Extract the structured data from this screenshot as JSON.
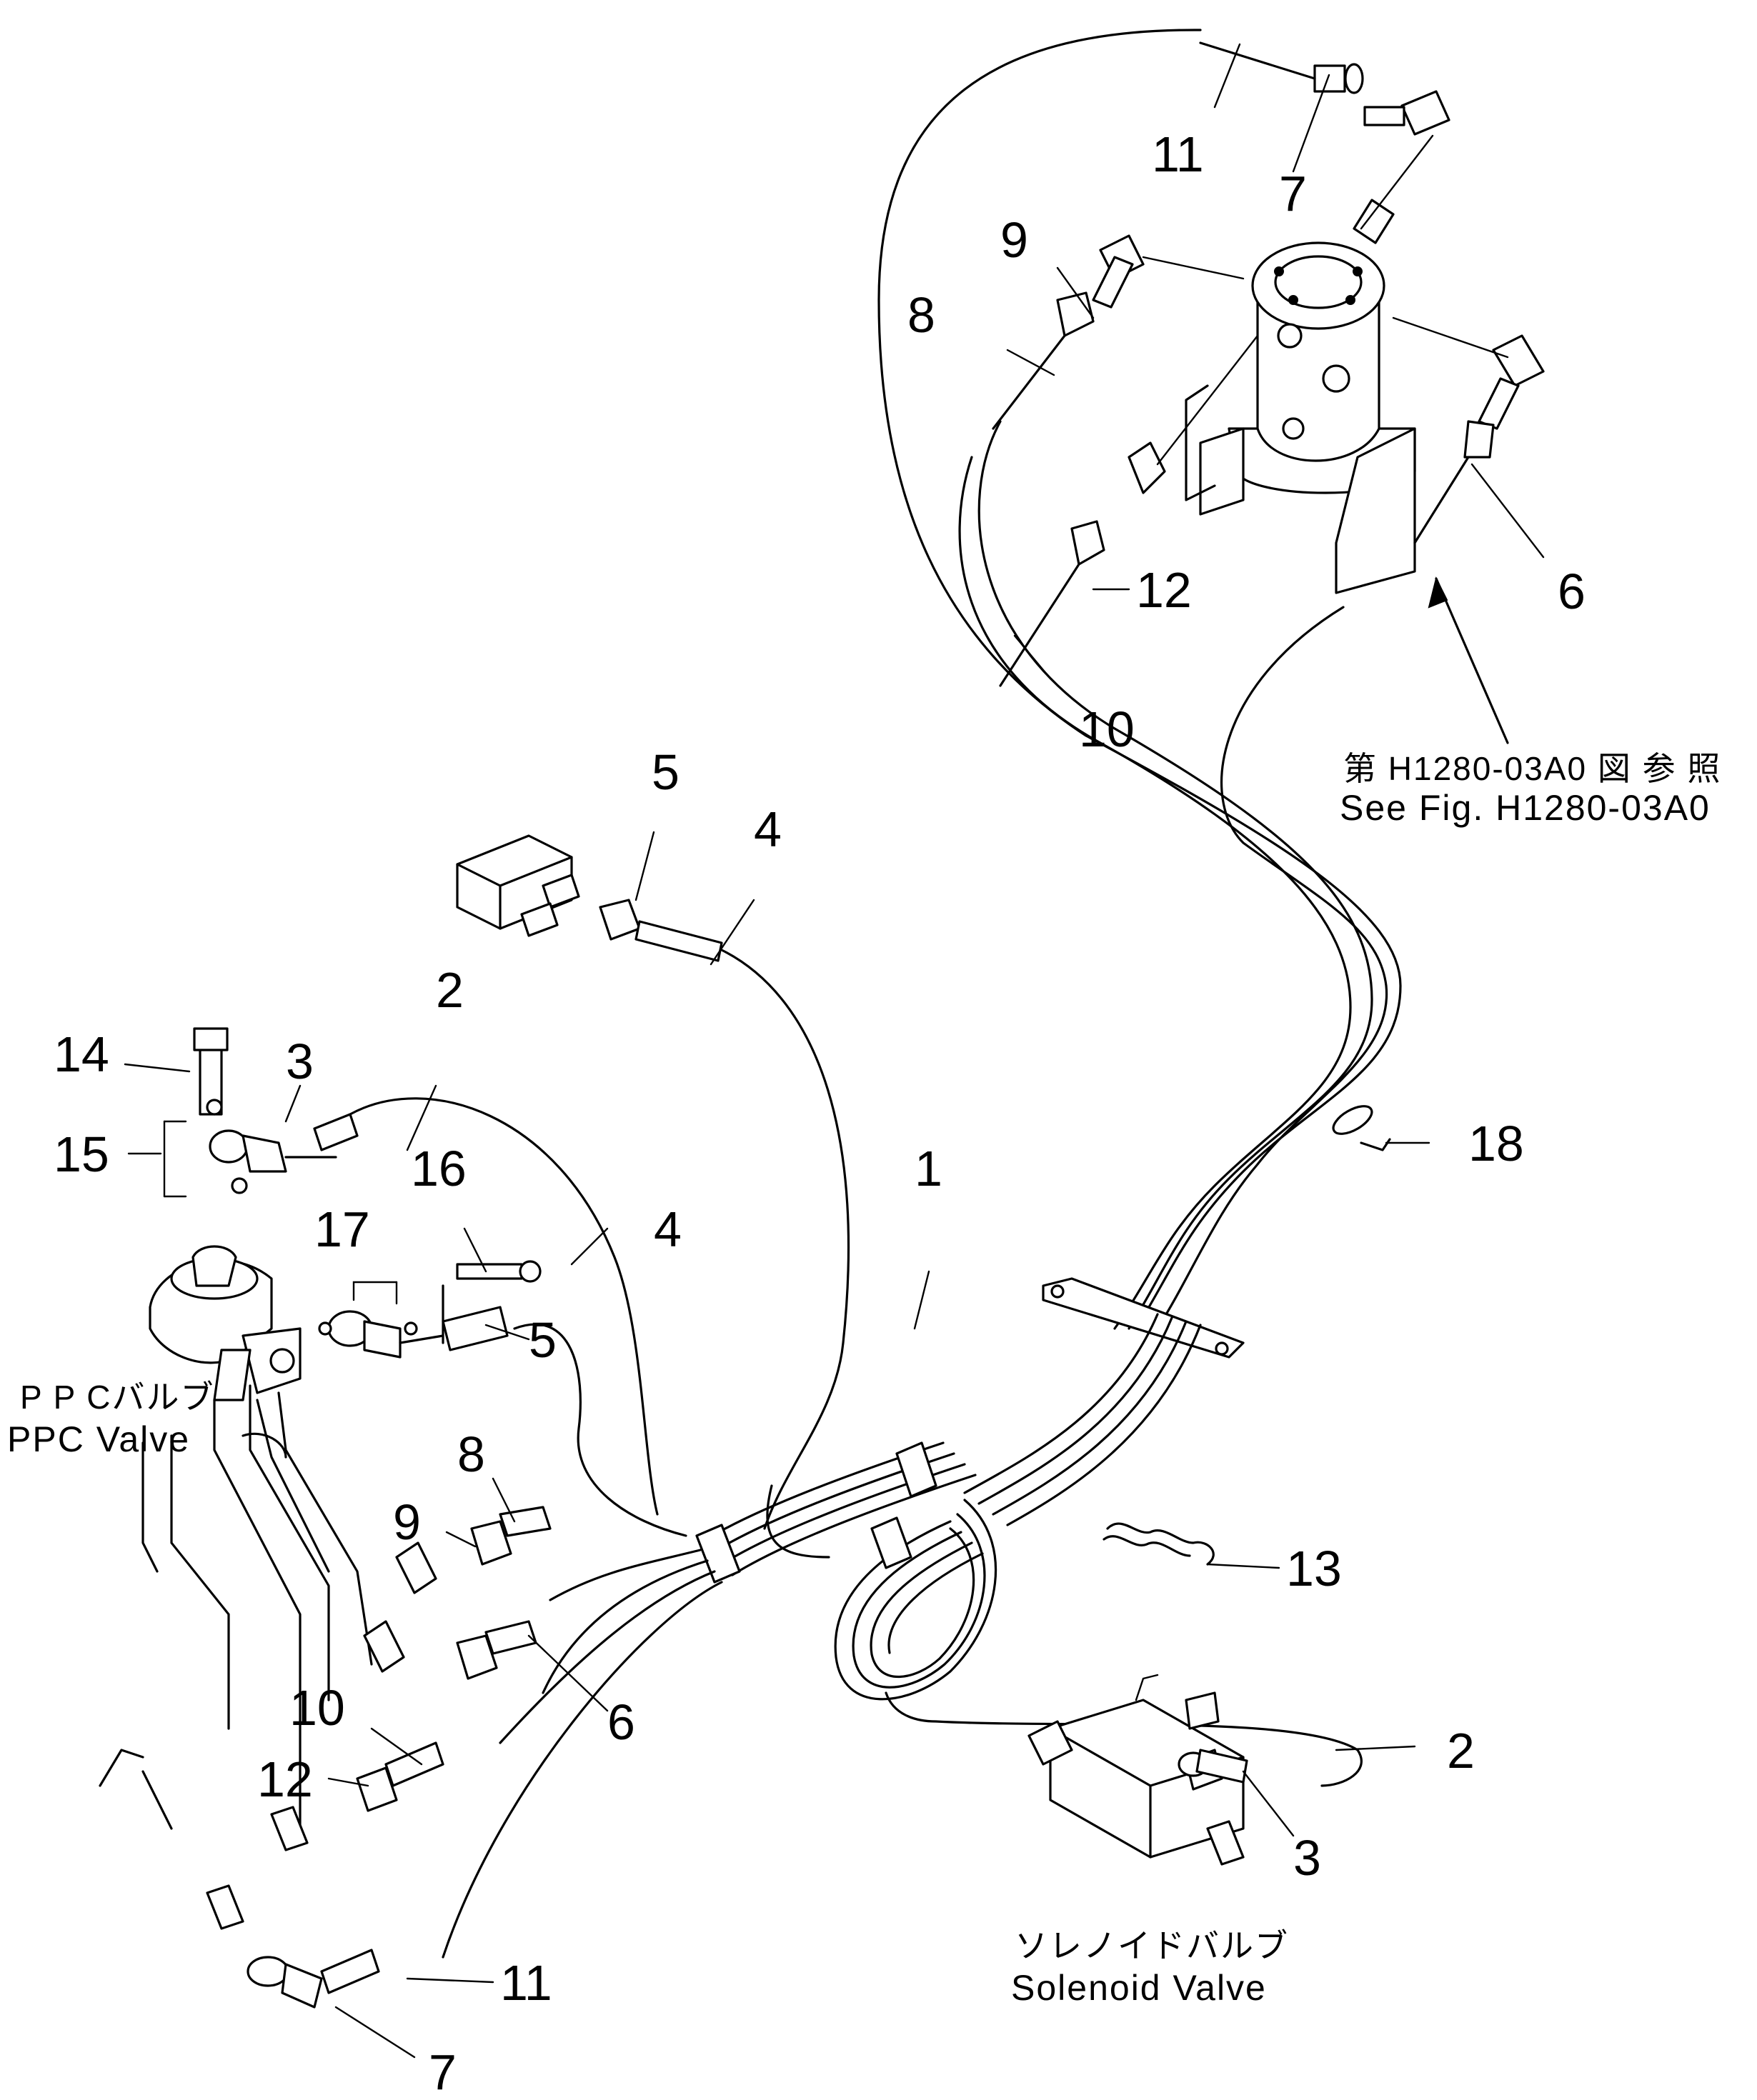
{
  "callouts": {
    "c11_top": "11",
    "c7_top": "7",
    "c9_top": "9",
    "c8_top": "8",
    "c12_top": "12",
    "c10_top": "10",
    "c6_top": "6",
    "c5_top": "5",
    "c4_top": "4",
    "c2_top": "2",
    "c14": "14",
    "c3_left": "3",
    "c15": "15",
    "c16": "16",
    "c17": "17",
    "c4_mid": "4",
    "c1": "1",
    "c18": "18",
    "c5_mid": "5",
    "c8_mid": "8",
    "c9_mid": "9",
    "c13": "13",
    "c6_mid": "6",
    "c10_low": "10",
    "c12_low": "12",
    "c11_low": "11",
    "c7_low": "7",
    "c2_right": "2",
    "c3_right": "3"
  },
  "labels": {
    "ref_jp": "第 H1280-03A0 図 参 照",
    "ref_en": "See Fig. H1280-03A0",
    "ppc_jp": "P P Cバルブ",
    "ppc_en": "PPC  Valve",
    "sol_jp": "ソレノイドバルブ",
    "sol_en": "Solenoid  Valve"
  }
}
